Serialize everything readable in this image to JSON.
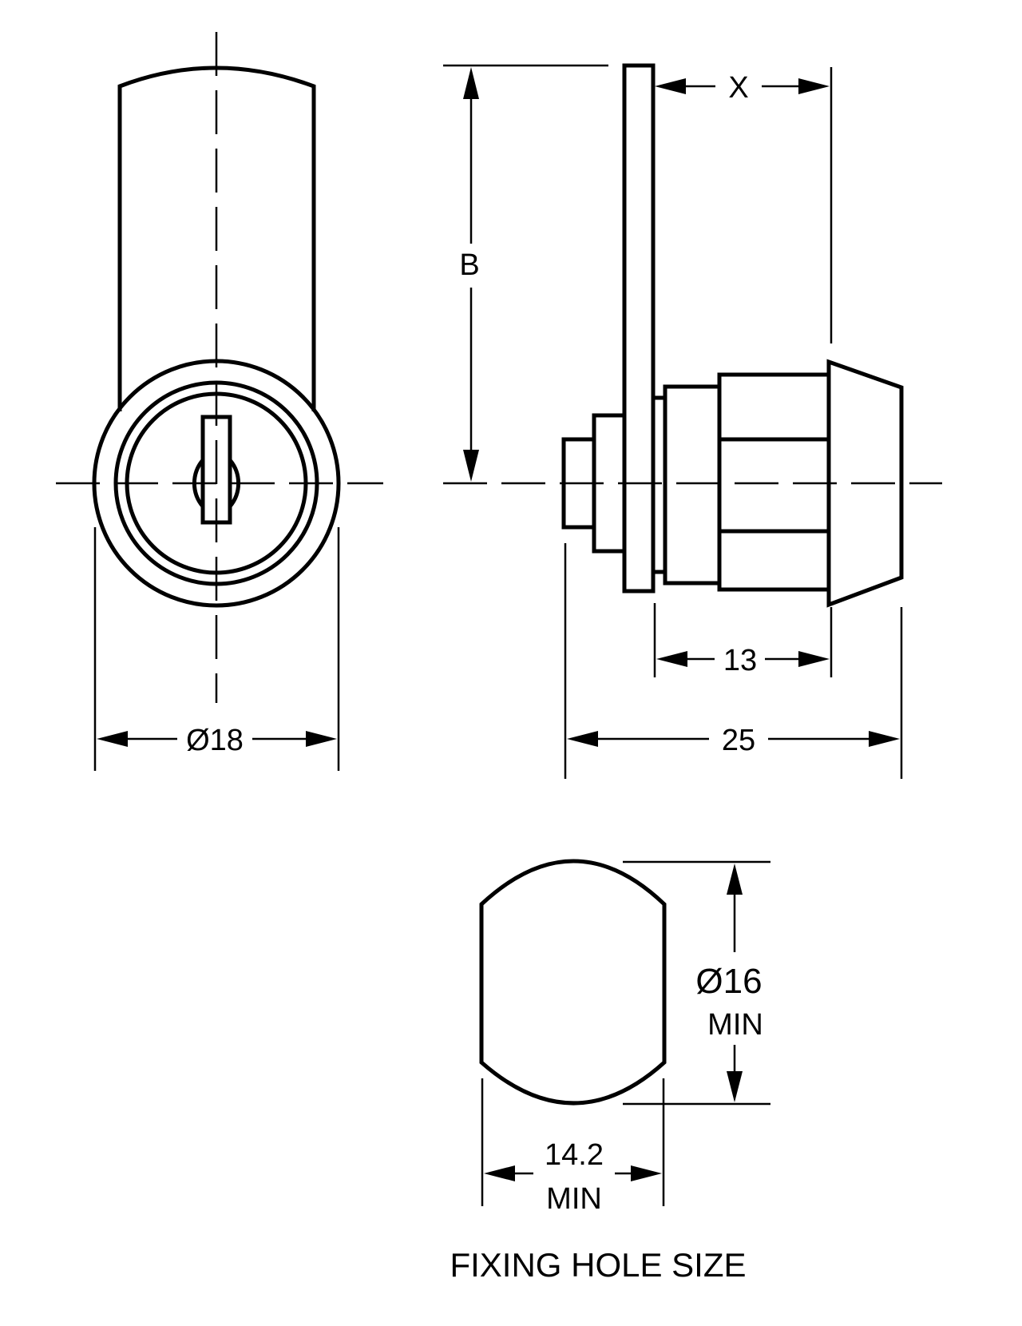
{
  "front_view": {
    "diameter_label": "Ø18"
  },
  "side_view": {
    "height_label": "B",
    "cam_offset_label": "X",
    "body_length_label": "13",
    "overall_length_label": "25"
  },
  "fixing_hole": {
    "diameter_label": "Ø16",
    "diameter_note": "MIN",
    "width_label": "14.2",
    "width_note": "MIN",
    "caption": "FIXING HOLE SIZE"
  }
}
